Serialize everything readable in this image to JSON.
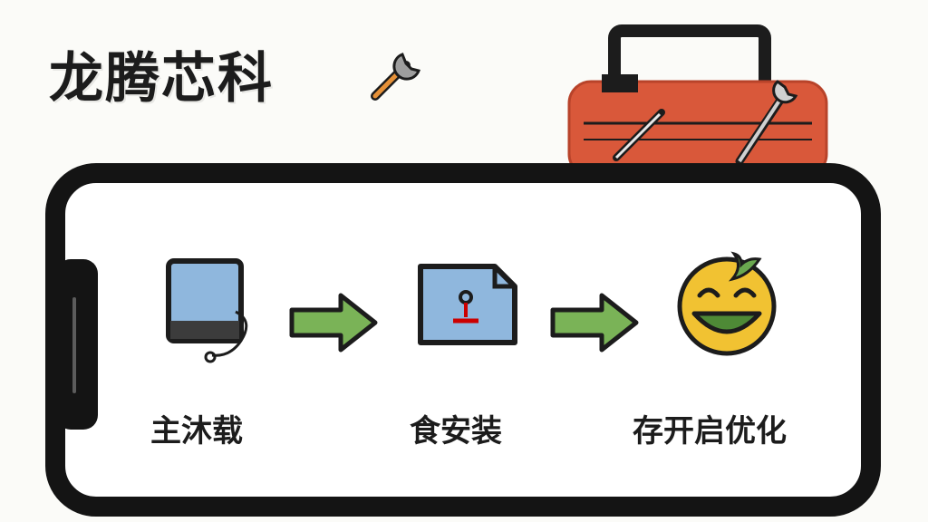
{
  "header": {
    "title": "龙腾芯科"
  },
  "steps": [
    {
      "label": "主沐载",
      "icon": "tablet-device-icon",
      "color": "#8fb7dd"
    },
    {
      "label": "食安装",
      "icon": "install-file-icon",
      "color": "#8fb7dd"
    },
    {
      "label": "存开启优化",
      "icon": "smiley-face-icon",
      "color": "#6aa84f"
    }
  ],
  "colors": {
    "toolbox": "#d9583a",
    "arrow": "#7ab357",
    "smiley": "#f1c232",
    "frame": "#141414"
  }
}
